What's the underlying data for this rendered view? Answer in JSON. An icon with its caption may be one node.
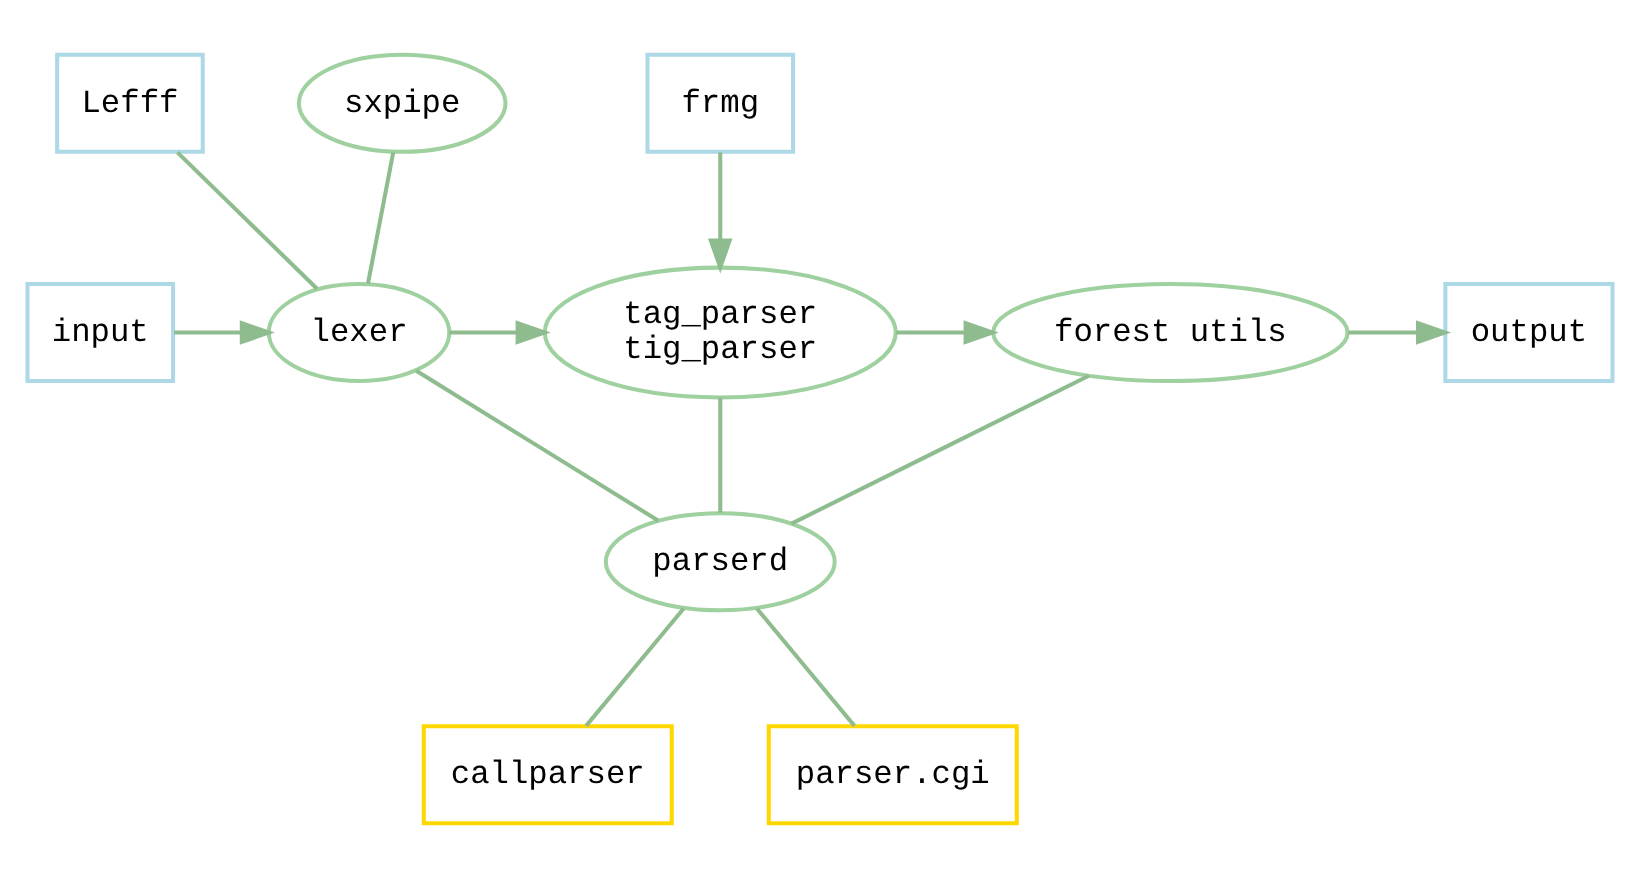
{
  "diagram": {
    "nodes": [
      {
        "text": [
          "Lefff"
        ]
      },
      {
        "text": [
          "sxpipe"
        ]
      },
      {
        "text": [
          "frmg"
        ]
      },
      {
        "text": [
          "input"
        ]
      },
      {
        "text": [
          "lexer"
        ]
      },
      {
        "text": [
          "tag_parser",
          "tig_parser"
        ]
      },
      {
        "text": [
          "forest utils"
        ]
      },
      {
        "text": [
          "output"
        ]
      },
      {
        "text": [
          "parserd"
        ]
      },
      {
        "text": [
          "callparser"
        ]
      },
      {
        "text": [
          "parser.cgi"
        ]
      }
    ],
    "edges": [
      {
        "from": 0,
        "to": 4,
        "arrow": "none"
      },
      {
        "from": 1,
        "to": 4,
        "arrow": "none"
      },
      {
        "from": 2,
        "to": 5,
        "arrow": "to"
      },
      {
        "from": 3,
        "to": 4,
        "arrow": "to"
      },
      {
        "from": 4,
        "to": 5,
        "arrow": "to"
      },
      {
        "from": 5,
        "to": 6,
        "arrow": "to"
      },
      {
        "from": 6,
        "to": 7,
        "arrow": "to"
      },
      {
        "from": 4,
        "to": 8,
        "arrow": "none"
      },
      {
        "from": 5,
        "to": 8,
        "arrow": "none"
      },
      {
        "from": 6,
        "to": 8,
        "arrow": "none"
      },
      {
        "from": 8,
        "to": 9,
        "arrow": "none"
      },
      {
        "from": 8,
        "to": 10,
        "arrow": "none"
      }
    ]
  }
}
